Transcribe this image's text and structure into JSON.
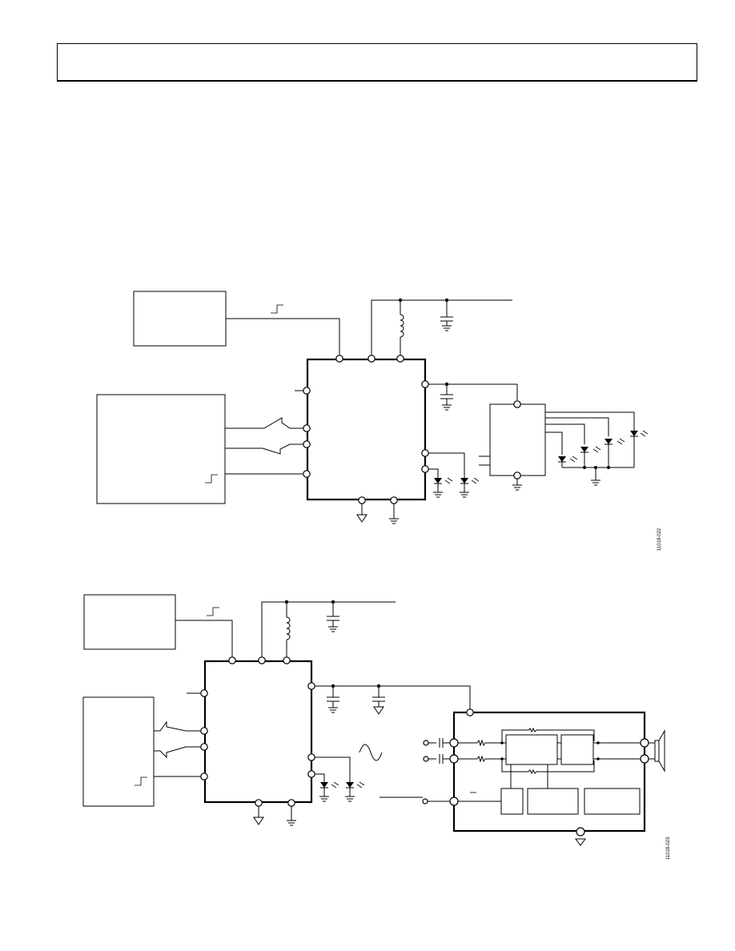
{
  "page": {
    "header_title": ""
  },
  "figures": [
    {
      "id": "top-led-driver",
      "figure_code": "11018-022"
    },
    {
      "id": "bottom-led-audio",
      "figure_code": "11018-023"
    }
  ]
}
